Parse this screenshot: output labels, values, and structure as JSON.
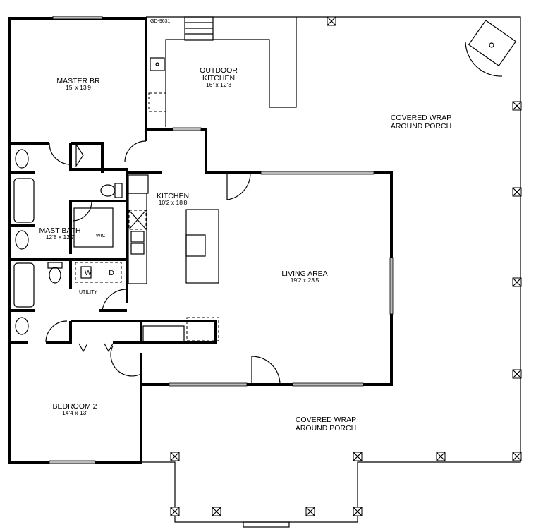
{
  "plan_code": "GD-9631",
  "rooms": {
    "master_br": {
      "name": "MASTER BR",
      "size": "15' x 13'9"
    },
    "outdoor_kitchen": {
      "name_line1": "OUTDOOR",
      "name_line2": "KITCHEN",
      "size": "16' x 12'3"
    },
    "porch_top": {
      "line1": "COVERED WRAP",
      "line2": "AROUND PORCH"
    },
    "kitchen": {
      "name": "KITCHEN",
      "size": "10'2 x 18'8"
    },
    "mast_bath": {
      "name": "MAST BATH",
      "size": "12'8 x 12'7"
    },
    "wic": {
      "name": "WIC"
    },
    "utility": {
      "name": "UTILITY",
      "washer": "W",
      "dryer": "D"
    },
    "living": {
      "name": "LIVING AREA",
      "size": "19'2 x 23'5"
    },
    "bedroom2": {
      "name": "BEDROOM 2",
      "size": "14'4 x 13'"
    },
    "porch_bottom": {
      "line1": "COVERED WRAP",
      "line2": "AROUND PORCH"
    }
  }
}
